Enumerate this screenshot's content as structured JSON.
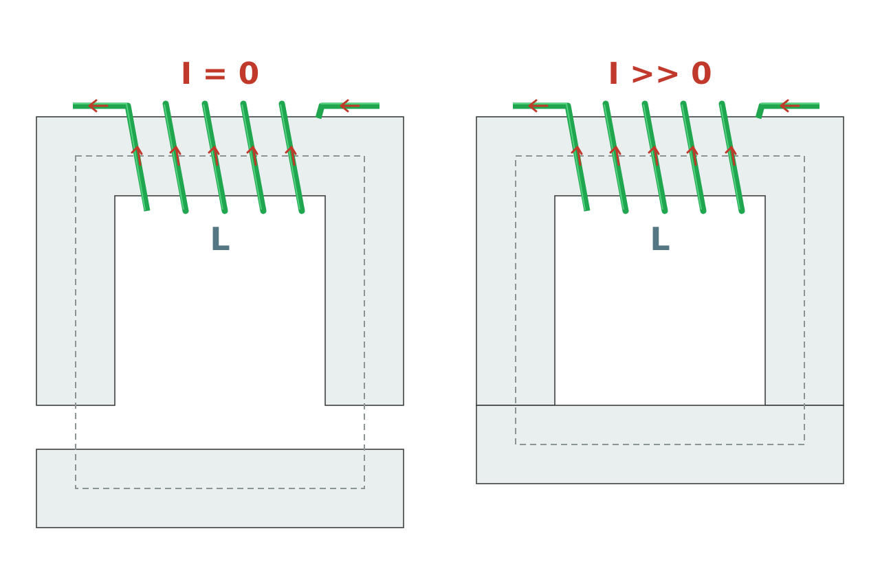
{
  "colors": {
    "core_fill": "#e9efef",
    "core_stroke": "#333333",
    "flux_path": "#8a9494",
    "coil": "#1fa64f",
    "coil_highlight": "#53d07d",
    "current_arrow": "#c0392b",
    "title_text": "#c0392b",
    "inductor_label": "#557683"
  },
  "panels": [
    {
      "title": "I = 0",
      "inductor_label": "L",
      "yoke_state": "separated",
      "turns": 5
    },
    {
      "title": "I >> 0",
      "inductor_label": "L",
      "yoke_state": "closed",
      "turns": 5
    }
  ]
}
